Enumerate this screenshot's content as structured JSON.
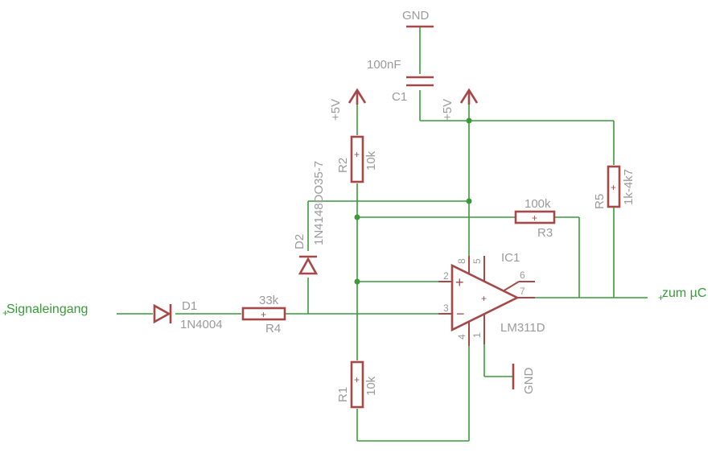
{
  "nets": {
    "input": "Signaleingang",
    "output": "zum µC"
  },
  "supplies": {
    "gnd_top": "GND",
    "vcc_left": "+5V",
    "vcc_right": "+5V",
    "gnd_right": "GND"
  },
  "parts": {
    "d1": {
      "name": "D1",
      "value": "1N4004"
    },
    "r4": {
      "name": "R4",
      "value": "33k"
    },
    "d2": {
      "name": "D2",
      "value": "1N4148DO35-7"
    },
    "r2": {
      "name": "R2",
      "value": "10k"
    },
    "r1": {
      "name": "R1",
      "value": "10k"
    },
    "c1": {
      "name": "C1",
      "value": "100nF"
    },
    "r3": {
      "name": "R3",
      "value": "100k"
    },
    "r5": {
      "name": "R5",
      "value": "1k-4k7"
    },
    "ic1": {
      "name": "IC1",
      "value": "LM311D"
    }
  },
  "pins": {
    "p1": "1",
    "p2": "2",
    "p3": "3",
    "p4": "4",
    "p5": "5",
    "p6": "6",
    "p7": "7",
    "p8": "8"
  },
  "symbols": {
    "plus": "+",
    "minus": "−"
  },
  "colors": {
    "wire": "#3a9a3a",
    "component": "#a64848",
    "label": "#9a9a9a"
  }
}
